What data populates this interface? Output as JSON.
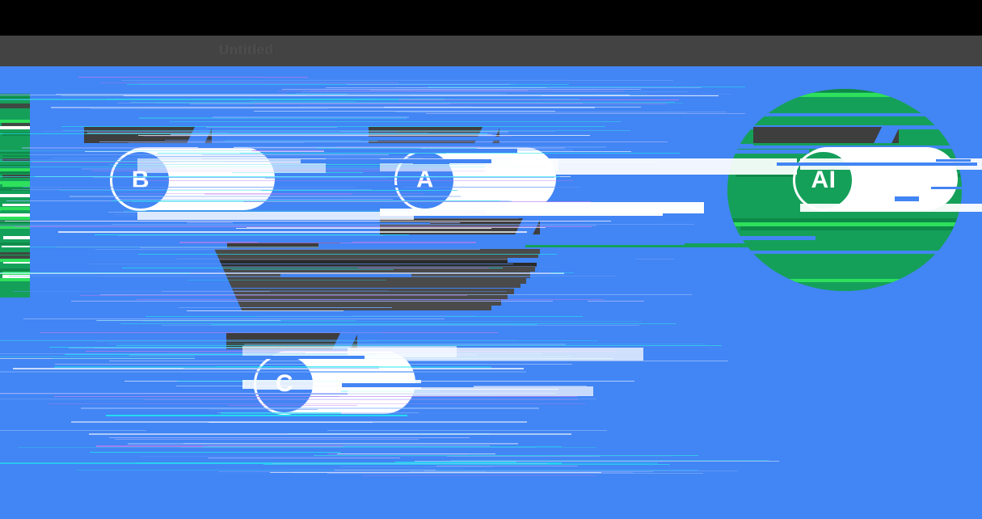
{
  "window": {
    "title": "Untitled",
    "header_bg": "#434343",
    "canvas_bg": "#4285F4"
  },
  "colors": {
    "canvas_blue": "#4285F4",
    "accent_green": "#15A05A",
    "node_blue": "#4285F4",
    "card_white": "#FFFFFF",
    "label_dark": "#3C3C3C",
    "header_gray": "#434343",
    "void_black": "#000000",
    "glitch_cyan": "#20E8F0",
    "glitch_magenta": "#C07CF0"
  },
  "diagram": {
    "type": "flow-diagram",
    "nodes": [
      {
        "id": "b",
        "badge": "B",
        "label": "",
        "badge_color": "#4285F4",
        "card_color": "#FFFFFF"
      },
      {
        "id": "a",
        "badge": "A",
        "label": "",
        "label_secondary": "",
        "badge_color": "#4285F4",
        "card_color": "#FFFFFF"
      },
      {
        "id": "c",
        "badge": "C",
        "label": "",
        "badge_color": "#4285F4",
        "card_color": "#FFFFFF"
      },
      {
        "id": "ai",
        "badge": "AI",
        "label": "",
        "badge_color": "#15A05A",
        "card_color": "#FFFFFF"
      }
    ],
    "edges": [
      {
        "from": "b",
        "to": "a",
        "color": "#3C3C3C"
      },
      {
        "from": "a",
        "to": "ai",
        "color": "#15A05A"
      }
    ],
    "note_block": ""
  },
  "render_state": {
    "corrupted": "true",
    "artifact": "horizontal-scanline-displacement"
  }
}
